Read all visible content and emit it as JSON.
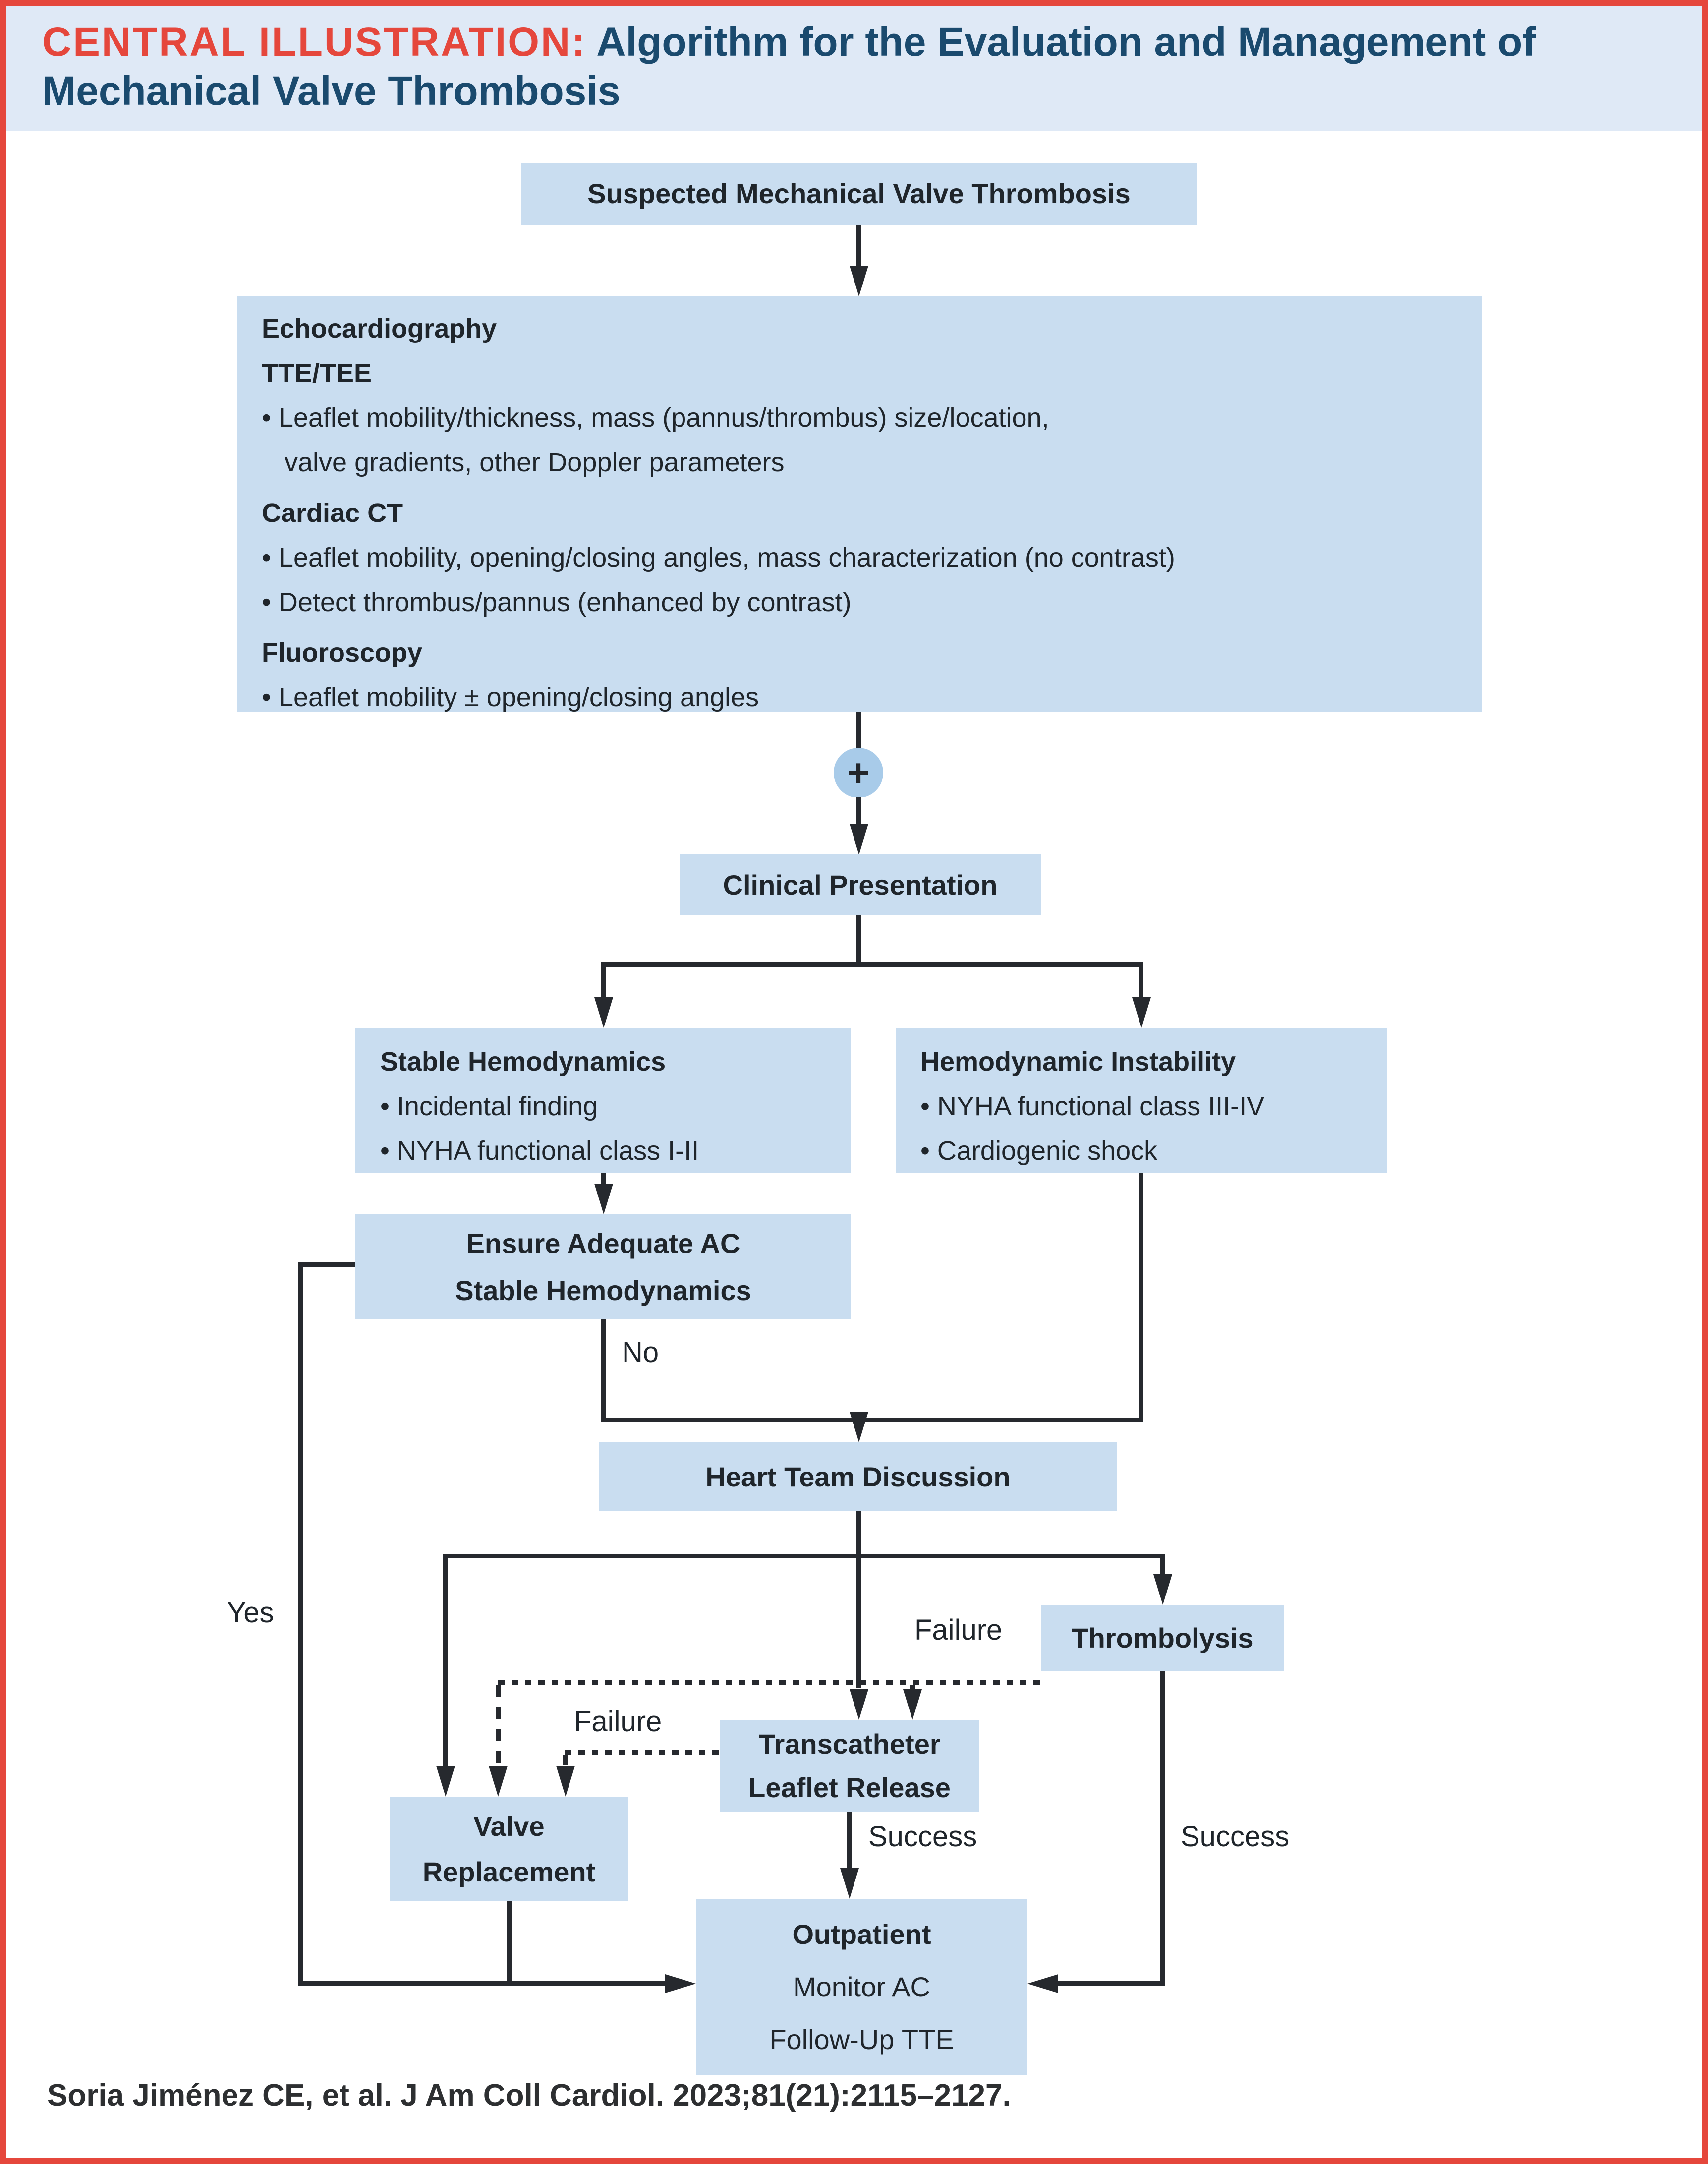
{
  "page": {
    "title_label": "CENTRAL ILLUSTRATION:",
    "title_rest": " Algorithm for the Evaluation and Management of Mechanical Valve Thrombosis",
    "citation": "Soria Jiménez CE, et al. J Am Coll Cardiol. 2023;81(21):2115–2127."
  },
  "colors": {
    "accent_red": "#e5473c",
    "title_navy": "#1a4a6e",
    "node_fill": "#c9ddf0",
    "header_fill": "#dfe9f6",
    "line_color": "#26292e",
    "plus_fill": "#a8cbe9"
  },
  "nodes": {
    "suspected": {
      "label": "Suspected Mechanical Valve Thrombosis"
    },
    "plus_symbol": "+",
    "imaging": {
      "lines": [
        {
          "text": "Echocardiography"
        },
        {
          "text": "TTE/TEE"
        },
        {
          "text": "• Leaflet mobility/thickness, mass (pannus/thrombus) size/location,"
        },
        {
          "text": "valve gradients, other Doppler parameters"
        },
        {
          "text": "Cardiac CT"
        },
        {
          "text": "• Leaflet mobility, opening/closing angles, mass characterization (no contrast)"
        },
        {
          "text": "• Detect thrombus/pannus (enhanced by contrast)"
        },
        {
          "text": "Fluoroscopy"
        },
        {
          "text": "• Leaflet mobility ± opening/closing angles"
        }
      ]
    },
    "clinical": {
      "label": "Clinical Presentation"
    },
    "stable": {
      "title": "Stable Hemodynamics",
      "bullets": [
        "• Incidental finding",
        "• NYHA functional class I-II"
      ]
    },
    "unstable": {
      "title": "Hemodynamic Instability",
      "bullets": [
        "• NYHA functional class III-IV",
        "• Cardiogenic shock"
      ]
    },
    "ensure_ac": {
      "line1": "Ensure Adequate AC",
      "line2": "Stable Hemodynamics"
    },
    "heart_team": {
      "label": "Heart Team Discussion"
    },
    "thrombolysis": {
      "label": "Thrombolysis"
    },
    "tlr": {
      "line1": "Transcatheter",
      "line2": "Leaflet Release"
    },
    "valve_replacement": {
      "line1": "Valve",
      "line2": "Replacement"
    },
    "outpatient": {
      "line1": "Outpatient",
      "line2": "Monitor AC",
      "line3": "Follow-Up TTE"
    }
  },
  "edge_labels": {
    "no": "No",
    "yes": "Yes",
    "failure_thrombolysis": "Failure",
    "failure_tlr": "Failure",
    "success_tlr": "Success",
    "success_thrombolysis": "Success"
  }
}
